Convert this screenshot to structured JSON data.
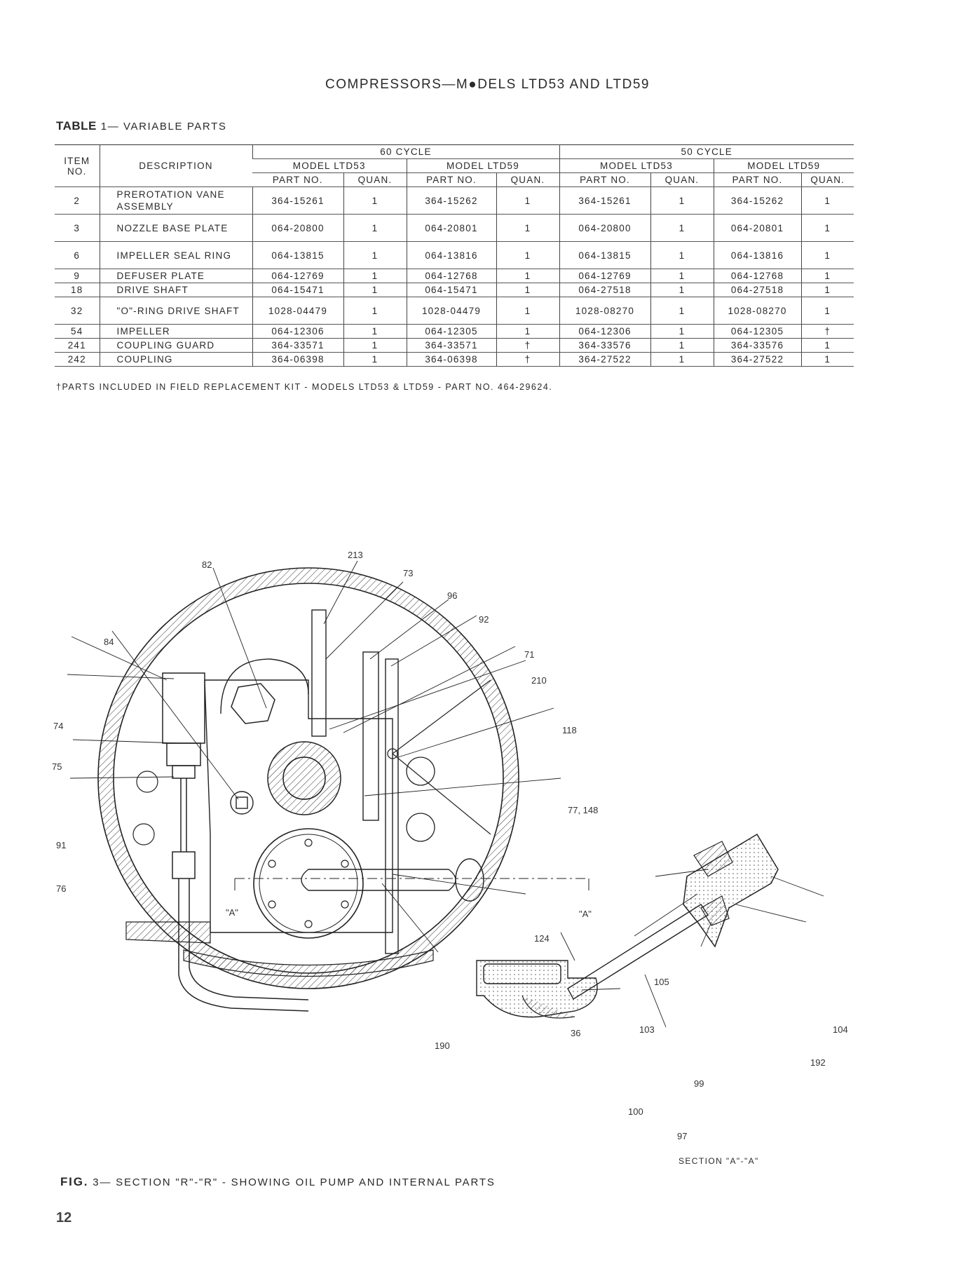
{
  "page_title": "COMPRESSORS—M●DELS LTD53 AND LTD59",
  "table": {
    "label": "TABLE",
    "number_title": "1— VARIABLE PARTS",
    "headers": {
      "item_no": "ITEM NO.",
      "description": "DESCRIPTION",
      "cycle_60": "60 CYCLE",
      "cycle_50": "50 CYCLE",
      "model_ltd53": "MODEL LTD53",
      "model_ltd59": "MODEL LTD59",
      "part_no": "PART NO.",
      "quan": "QUAN."
    },
    "rows": [
      {
        "item": "2",
        "description": "PREROTATION VANE ASSEMBLY",
        "c60_ltd53_part": "364-15261",
        "c60_ltd53_qty": "1",
        "c60_ltd59_part": "364-15262",
        "c60_ltd59_qty": "1",
        "c50_ltd53_part": "364-15261",
        "c50_ltd53_qty": "1",
        "c50_ltd59_part": "364-15262",
        "c50_ltd59_qty": "1"
      },
      {
        "item": "3",
        "description": "NOZZLE BASE PLATE",
        "c60_ltd53_part": "064-20800",
        "c60_ltd53_qty": "1",
        "c60_ltd59_part": "064-20801",
        "c60_ltd59_qty": "1",
        "c50_ltd53_part": "064-20800",
        "c50_ltd53_qty": "1",
        "c50_ltd59_part": "064-20801",
        "c50_ltd59_qty": "1"
      },
      {
        "item": "6",
        "description": "IMPELLER SEAL RING",
        "c60_ltd53_part": "064-13815",
        "c60_ltd53_qty": "1",
        "c60_ltd59_part": "064-13816",
        "c60_ltd59_qty": "1",
        "c50_ltd53_part": "064-13815",
        "c50_ltd53_qty": "1",
        "c50_ltd59_part": "064-13816",
        "c50_ltd59_qty": "1"
      },
      {
        "item": "9",
        "description": "DEFUSER PLATE",
        "c60_ltd53_part": "064-12769",
        "c60_ltd53_qty": "1",
        "c60_ltd59_part": "064-12768",
        "c60_ltd59_qty": "1",
        "c50_ltd53_part": "064-12769",
        "c50_ltd53_qty": "1",
        "c50_ltd59_part": "064-12768",
        "c50_ltd59_qty": "1"
      },
      {
        "item": "18",
        "description": "DRIVE SHAFT",
        "c60_ltd53_part": "064-15471",
        "c60_ltd53_qty": "1",
        "c60_ltd59_part": "064-15471",
        "c60_ltd59_qty": "1",
        "c50_ltd53_part": "064-27518",
        "c50_ltd53_qty": "1",
        "c50_ltd59_part": "064-27518",
        "c50_ltd59_qty": "1"
      },
      {
        "item": "32",
        "description": "\"O\"-RING DRIVE SHAFT",
        "c60_ltd53_part": "1028-04479",
        "c60_ltd53_qty": "1",
        "c60_ltd59_part": "1028-04479",
        "c60_ltd59_qty": "1",
        "c50_ltd53_part": "1028-08270",
        "c50_ltd53_qty": "1",
        "c50_ltd59_part": "1028-08270",
        "c50_ltd59_qty": "1"
      },
      {
        "item": "54",
        "description": "IMPELLER",
        "c60_ltd53_part": "064-12306",
        "c60_ltd53_qty": "1",
        "c60_ltd59_part": "064-12305",
        "c60_ltd59_qty": "1",
        "c50_ltd53_part": "064-12306",
        "c50_ltd53_qty": "1",
        "c50_ltd59_part": "064-12305",
        "c50_ltd59_qty": "†"
      },
      {
        "item": "241",
        "description": "COUPLING GUARD",
        "c60_ltd53_part": "364-33571",
        "c60_ltd53_qty": "1",
        "c60_ltd59_part": "364-33571",
        "c60_ltd59_qty": "†",
        "c50_ltd53_part": "364-33576",
        "c50_ltd53_qty": "1",
        "c50_ltd59_part": "364-33576",
        "c50_ltd59_qty": "1"
      },
      {
        "item": "242",
        "description": "COUPLING",
        "c60_ltd53_part": "364-06398",
        "c60_ltd53_qty": "1",
        "c60_ltd59_part": "364-06398",
        "c60_ltd59_qty": "†",
        "c50_ltd53_part": "364-27522",
        "c50_ltd53_qty": "1",
        "c50_ltd59_part": "364-27522",
        "c50_ltd59_qty": "1"
      }
    ],
    "footnote": "†PARTS INCLUDED IN FIELD REPLACEMENT KIT - MODELS LTD53 & LTD59 - PART NO. 464-29624."
  },
  "figure": {
    "callouts": {
      "c82": "82",
      "c213": "213",
      "c73": "73",
      "c96": "96",
      "c92": "92",
      "c84": "84",
      "c71": "71",
      "c210": "210",
      "c74": "74",
      "c118": "118",
      "c75": "75",
      "c77_148": "77, 148",
      "c91": "91",
      "c76": "76",
      "c124": "124",
      "c190": "190",
      "cA_left": "\"A\"",
      "cA_right": "\"A\"",
      "c105": "105",
      "c104": "104",
      "c36": "36",
      "c103": "103",
      "c192": "192",
      "c99": "99",
      "c100": "100",
      "c97": "97"
    },
    "section_label": "SECTION \"A\"-\"A\"",
    "caption_label": "FIG.",
    "caption_text": "3— SECTION \"R\"-\"R\" - SHOWING OIL PUMP AND INTERNAL PARTS"
  },
  "page_number": "12"
}
